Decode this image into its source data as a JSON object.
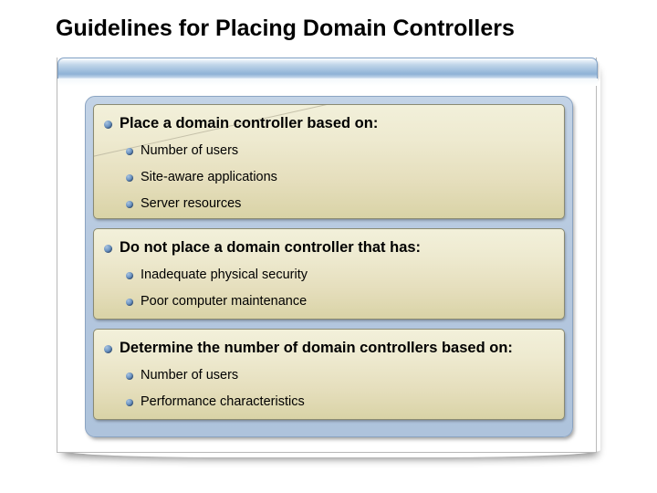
{
  "slide": {
    "title": "Guidelines for Placing Domain Controllers"
  },
  "colors": {
    "header_bar_blue": "#8fb2d6",
    "panel_blue_grey": "#b5c8df",
    "box_cream_top": "#f2f0da",
    "box_cream_bottom": "#d9d3a6",
    "bullet_blue": "#43699c",
    "text_black": "#000000"
  },
  "content": {
    "boxes": [
      {
        "heading": "Place a domain controller based on:",
        "items": [
          "Number of users",
          "Site-aware applications",
          "Server resources"
        ]
      },
      {
        "heading": "Do not place a domain controller that has:",
        "items": [
          "Inadequate physical security",
          "Poor computer maintenance"
        ]
      },
      {
        "heading": "Determine the number of domain controllers based on:",
        "items": [
          "Number of users",
          "Performance characteristics"
        ]
      }
    ]
  }
}
